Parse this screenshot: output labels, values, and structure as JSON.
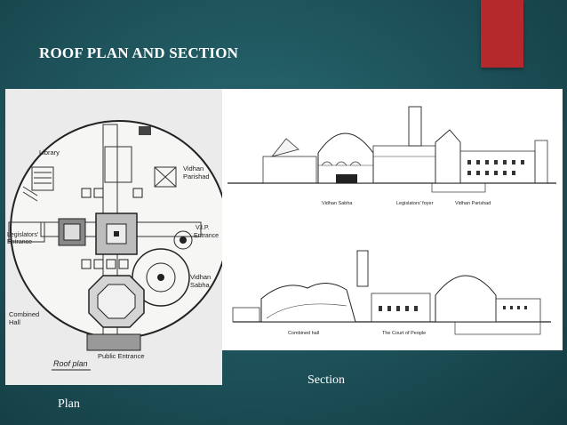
{
  "slide": {
    "title": "ROOF PLAN AND SECTION",
    "accent_color": "#b5282c",
    "background_color": "#1f555d"
  },
  "plan": {
    "caption": "Plan",
    "labels": {
      "library": "Library",
      "vidhan_parishad": [
        "Vidhan",
        "Parishad"
      ],
      "legislators_entrance": [
        "Legislators'",
        "Entrance"
      ],
      "vip_entrance": [
        "V.I.P.",
        "Entrance"
      ],
      "vidhan_sabha": [
        "Vidhan",
        "Sabha"
      ],
      "combined_hall": [
        "Combined",
        "Hall"
      ],
      "public_entrance": "Public Entrance",
      "roof_plan": "Roof plan"
    }
  },
  "section": {
    "caption": "Section",
    "labels": {
      "vidhan_sabha": "Vidhan Sabha",
      "legislators_foyer": "Legislators' foyer",
      "vidhan_parishad": "Vidhan Parishad",
      "combined_hall": "Combined hall",
      "court_of_people": "The Court of People"
    }
  }
}
